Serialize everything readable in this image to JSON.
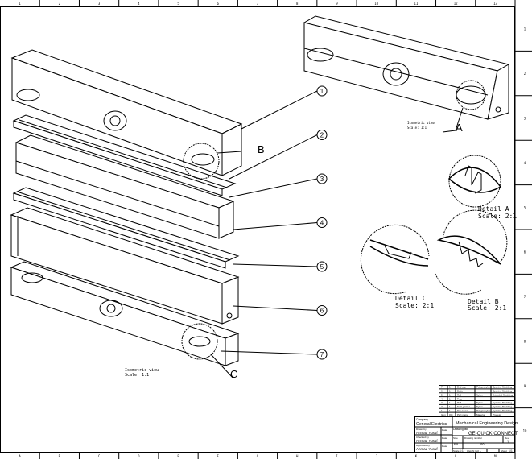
{
  "sheet": {
    "top_zones": [
      "1",
      "2",
      "3",
      "4",
      "5",
      "6",
      "7",
      "8",
      "9",
      "10",
      "11",
      "12",
      "13"
    ],
    "bottom_zones": [
      "A",
      "B",
      "C",
      "D",
      "E",
      "F",
      "G",
      "H",
      "I",
      "J",
      "K",
      "L",
      "M"
    ],
    "right_zones": [
      "1",
      "2",
      "3",
      "4",
      "5",
      "6",
      "7",
      "8",
      "9",
      "10"
    ]
  },
  "callouts": [
    "1",
    "2",
    "3",
    "4",
    "5",
    "6",
    "7"
  ],
  "detail_letters": {
    "a": "A",
    "b": "B",
    "c": "C"
  },
  "views": {
    "main": {
      "name": "Isometric view",
      "scale": "Scale:  1:1"
    },
    "assembled": {
      "name": "Isometric view",
      "scale": "Scale:  1:1"
    },
    "detail_a": {
      "name": "Detail A",
      "scale": "Scale:  2:1"
    },
    "detail_b": {
      "name": "Detail B",
      "scale": "Scale:  2:1"
    },
    "detail_c": {
      "name": "Detail C",
      "scale": "Scale:  2:1"
    }
  },
  "revision_table": {
    "rows": [
      [
        "7",
        "1",
        "End cap",
        "Polypropylene",
        "Cyanine Moulding"
      ],
      [
        "6",
        "1",
        "Body",
        "-",
        "Cyanine Moulding"
      ],
      [
        "5",
        "1",
        "Rail",
        "Nylon",
        "Extruded Moulding"
      ],
      [
        "4",
        "1",
        "Tray",
        "-",
        "-"
      ],
      [
        "3",
        "1",
        "Rail",
        "Nylon",
        "Cyanine Moulding"
      ],
      [
        "2",
        "1",
        "Seal gasket",
        "Nylon",
        "Cyanine Moulding"
      ],
      [
        "1",
        "1",
        "Top cover",
        "Polypropylene",
        "Cyanine Moulding"
      ]
    ],
    "header": [
      "Item",
      "Qty",
      "Part name",
      "Material",
      "Process"
    ]
  },
  "title_block": {
    "company_label": "Company",
    "company": "General Electrics",
    "department": "Mechanical Engineering Design",
    "title_label": "Drawing title",
    "title": "GE-QUICK CONNECT",
    "drawn_label": "Drawn by",
    "drawn_by": "Ahmad Yusuf",
    "checked_label": "Checked by",
    "checked_by": "Ahmad Yusuf",
    "approved_label": "Approved by",
    "approved_by": "Ahmad Yusuf",
    "date_label": "Date",
    "size_label": "Size",
    "size": "A3",
    "drawing_no_label": "Drawing number",
    "drawing_no": "001",
    "rev_label": "Rev",
    "rev": "1",
    "scale_label": "Scale",
    "scale": "1:1",
    "weight_label": "Weight (kg)",
    "weight": "-",
    "sheet_label": "Sheet",
    "sheet": "1/1"
  }
}
